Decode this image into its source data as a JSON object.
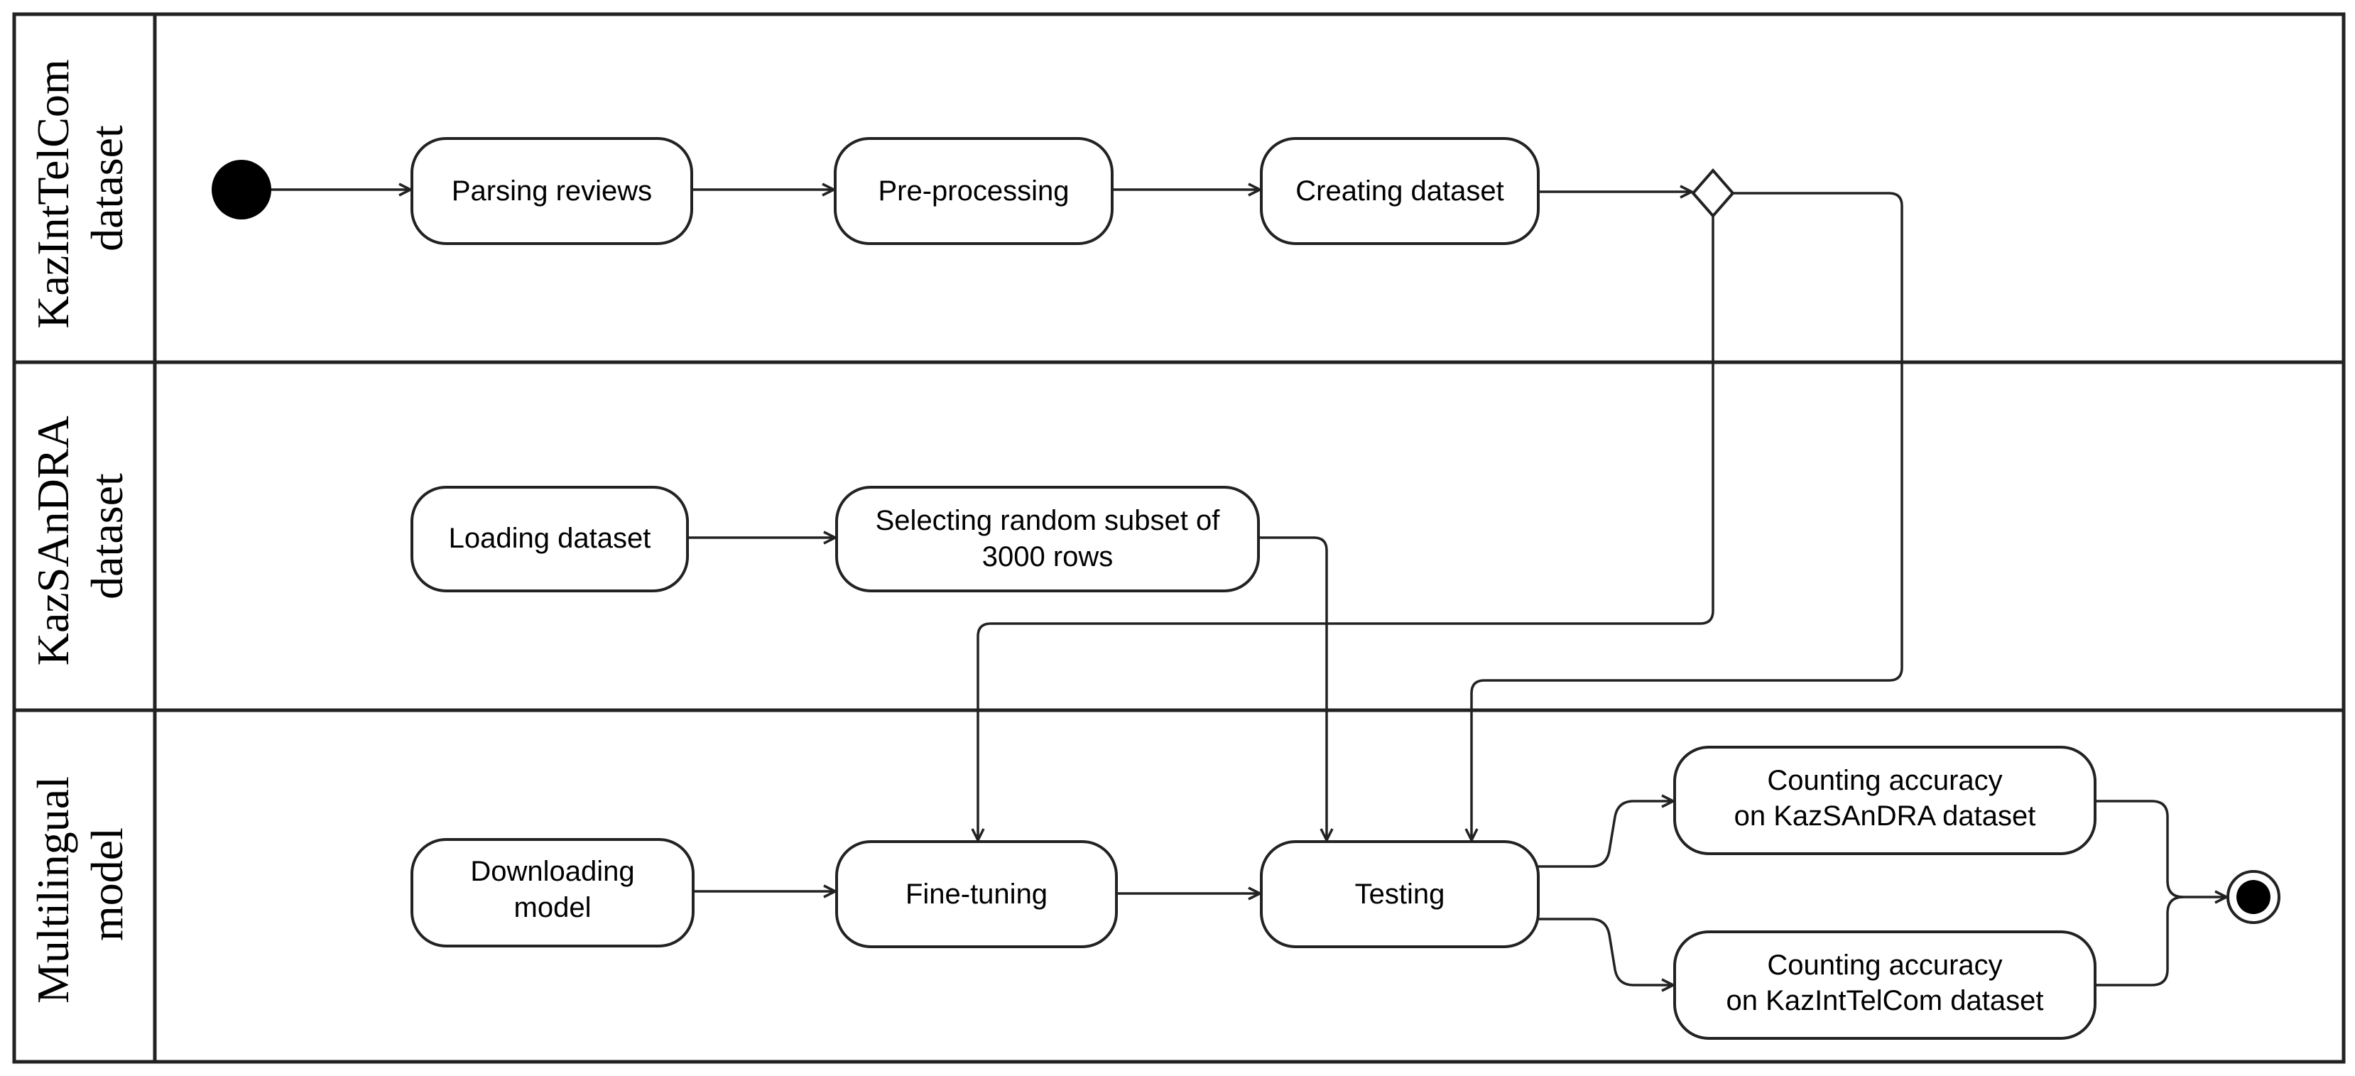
{
  "lanes": [
    {
      "line1": "KazIntTelCom",
      "line2": "dataset"
    },
    {
      "line1": "KazSAnDRA",
      "line2": "dataset"
    },
    {
      "line1": "Multilingual",
      "line2": "model"
    }
  ],
  "nodes": {
    "parsing_reviews": {
      "lines": [
        "Parsing reviews"
      ]
    },
    "pre_processing": {
      "lines": [
        "Pre-processing"
      ]
    },
    "creating_dataset": {
      "lines": [
        "Creating dataset"
      ]
    },
    "loading_dataset": {
      "lines": [
        "Loading dataset"
      ]
    },
    "selecting_subset": {
      "lines": [
        "Selecting random subset of",
        "3000 rows"
      ]
    },
    "downloading_model": {
      "lines": [
        "Downloading",
        "model"
      ]
    },
    "fine_tuning": {
      "lines": [
        "Fine-tuning"
      ]
    },
    "testing": {
      "lines": [
        "Testing"
      ]
    },
    "accuracy_kazsandra": {
      "lines": [
        "Counting accuracy",
        "on KazSAnDRA dataset"
      ]
    },
    "accuracy_kazinttelcom": {
      "lines": [
        "Counting accuracy",
        "on KazIntTelCom dataset"
      ]
    }
  },
  "colors": {
    "line": "#222222",
    "fill": "#ffffff",
    "text": "#000000"
  }
}
